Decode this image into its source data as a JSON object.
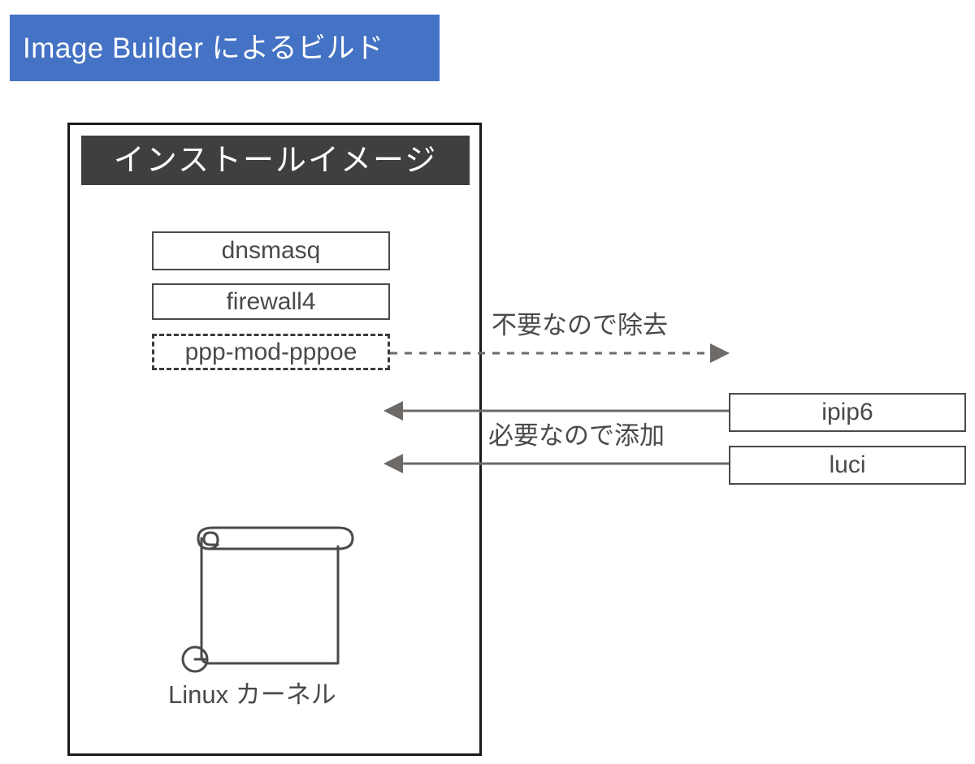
{
  "banner": {
    "title": "Image Builder によるビルド",
    "background_color": "#4472C4",
    "text_color": "#FFFFFF"
  },
  "install_image": {
    "header_label": "インストールイメージ",
    "header_background_color": "#3F3F3F",
    "border_color": "#1A1A1A",
    "packages": [
      {
        "name": "dnsmasq",
        "style": "solid"
      },
      {
        "name": "firewall4",
        "style": "solid"
      },
      {
        "name": "ppp-mod-pppoe",
        "style": "dashed"
      }
    ],
    "kernel": {
      "label": "Linux カーネル",
      "icon": "scroll-icon"
    }
  },
  "annotations": {
    "remove": {
      "label": "不要なので除去",
      "arrow_style": "dashed",
      "arrow_direction": "right"
    },
    "add": {
      "label": "必要なので添加",
      "arrow_style": "solid",
      "arrow_direction": "left"
    }
  },
  "addon_packages": [
    {
      "name": "ipip6"
    },
    {
      "name": "luci"
    }
  ],
  "colors": {
    "accent_blue": "#4472C4",
    "header_dark": "#3F3F3F",
    "box_outline": "#4A4A4A",
    "arrow_gray": "#6E6A67",
    "text_gray": "#4A4A4A"
  }
}
